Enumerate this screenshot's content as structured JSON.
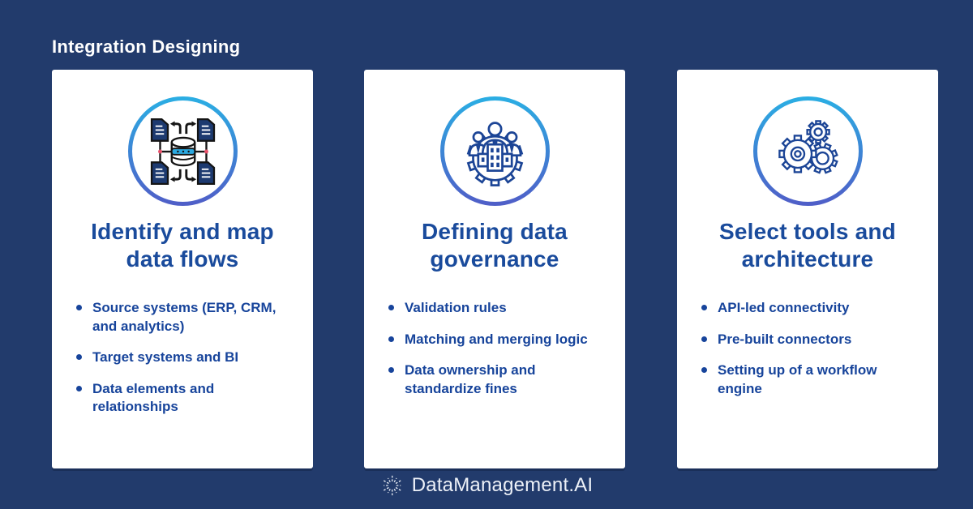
{
  "header": {
    "title": "Integration Designing"
  },
  "footer": {
    "brand": "DataManagement.AI",
    "logo_icon": "starburst-icon"
  },
  "colors": {
    "background": "#223b6c",
    "card_background": "#ffffff",
    "title_text": "#ffffff",
    "heading_text": "#1a4b9c",
    "bullet_text": "#17449b",
    "circle_gradient_top": "#2bade3",
    "circle_gradient_bottom": "#4f5fc8",
    "icon_navy": "#1d3a70",
    "icon_outline": "#1c4596",
    "icon_cyan": "#2ba9e1",
    "icon_red_dot": "#e8506a"
  },
  "cards": [
    {
      "icon": "data-flow-icon",
      "heading": "Identify and map data flows",
      "bullets": [
        "Source systems (ERP, CRM, and analytics)",
        "Target systems and BI",
        "Data elements and relationships"
      ]
    },
    {
      "icon": "governance-icon",
      "heading": "Defining data governance",
      "bullets": [
        "Validation rules",
        "Matching and merging logic",
        "Data ownership and standardize fines"
      ]
    },
    {
      "icon": "gears-icon",
      "heading": "Select tools and architecture",
      "bullets": [
        "API-led connectivity",
        "Pre-built connectors",
        "Setting up of a workflow engine"
      ]
    }
  ]
}
